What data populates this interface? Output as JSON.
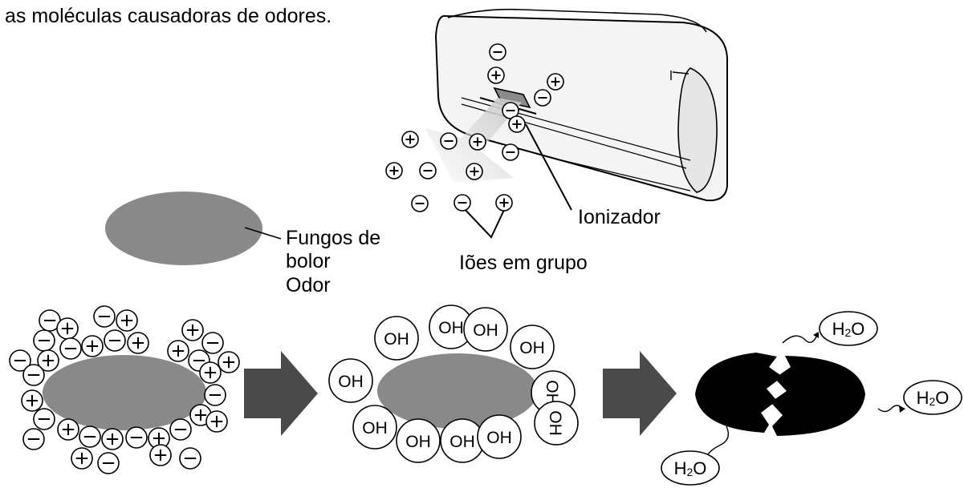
{
  "caption_partial": "as moléculas causadoras de odores.",
  "labels": {
    "fungi": [
      "Fungos de",
      "bolor",
      "Odor"
    ],
    "ionizer": "Ionizador",
    "ions_group": "Iões em grupo"
  },
  "ion_symbols": {
    "positive": "+",
    "negative": "−"
  },
  "hydroxyl_label": "OH",
  "water_label": {
    "prefix": "H",
    "subscript": "2",
    "suffix": "O"
  },
  "colors": {
    "particle": "#898989",
    "particle_dark": "#000000",
    "arrow": "#4a4a4a",
    "airflow": "#d2d2d2",
    "device_body": "#f4f4f4",
    "line": "#000000"
  },
  "stages": [
    "ions-surround-particle",
    "hydroxyl-radicals-form",
    "particle-broken-into-water"
  ]
}
